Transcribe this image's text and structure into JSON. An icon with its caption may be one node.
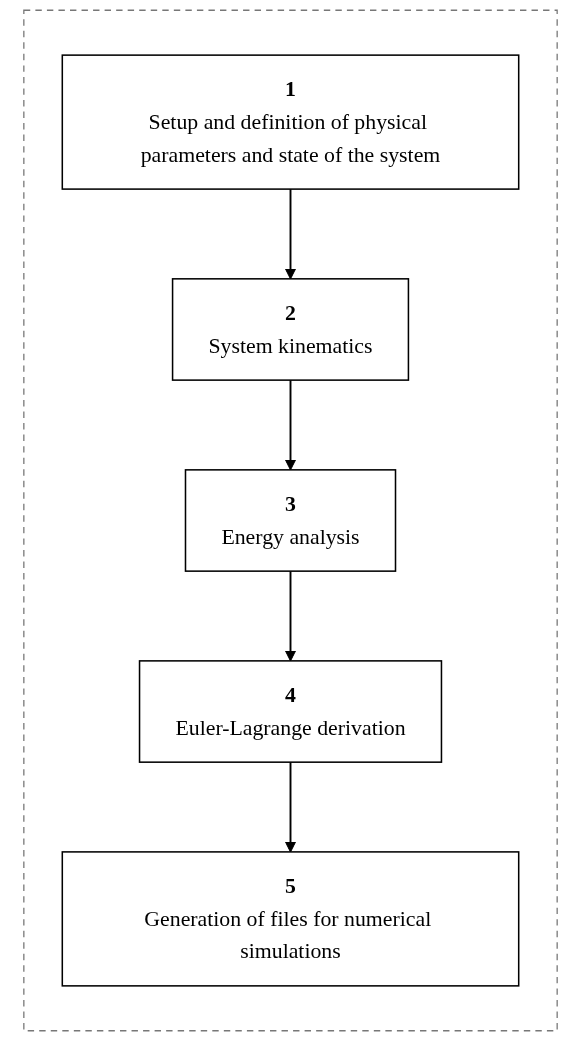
{
  "diagram": {
    "nodes": [
      {
        "text": [],
        "shape": "box"
      },
      {
        "text": [
          "1",
          "Setup and definition of physical parameters and state of the system"
        ],
        "in": 0
      },
      {
        "text": [
          "2",
          "System kinematics"
        ],
        "in": 0
      },
      {
        "text": [
          "3",
          "Energy analysis"
        ],
        "in": 0
      },
      {
        "text": [
          "4",
          "Euler-Lagrange derivation"
        ],
        "in": 0
      },
      {
        "text": [
          "5",
          "Generation of files for numerical simulations"
        ],
        "in": 0
      }
    ],
    "edges": [
      {
        "from": 1,
        "to": 2,
        "arrow": "to"
      },
      {
        "from": 2,
        "to": 3,
        "arrow": "to"
      },
      {
        "from": 3,
        "to": 4,
        "arrow": "to"
      },
      {
        "from": 4,
        "to": 5,
        "arrow": "to"
      }
    ]
  }
}
